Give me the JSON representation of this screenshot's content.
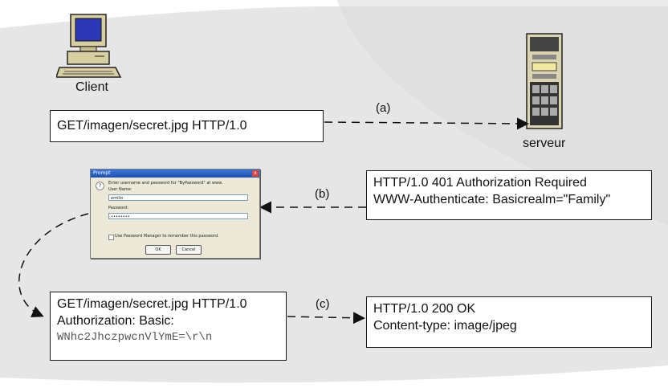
{
  "client": {
    "label": "Client"
  },
  "server": {
    "label": "serveur"
  },
  "steps": {
    "a": "(a)",
    "b": "(b)",
    "c": "(c)"
  },
  "request_a": {
    "line1": "GET/imagen/secret.jpg HTTP/1.0"
  },
  "response_b": {
    "line1": "HTTP/1.0 401 Authorization Required",
    "line2": "WWW-Authenticate: Basicrealm=\"Family\""
  },
  "request_c": {
    "line1": "GET/imagen/secret.jpg HTTP/1.0",
    "line2": "Authorization: Basic:",
    "line3": "WNhc2JhczpwcnVlYmE=\\r\\n"
  },
  "response_c": {
    "line1": "HTTP/1.0 200 OK",
    "line2": "Content-type: image/jpeg"
  },
  "prompt_dialog": {
    "title": "Prompt",
    "close": "x",
    "message": "Enter username and password for \"ByPassword\" at www.",
    "username_label": "User Name:",
    "username_value": "emilio",
    "password_label": "Password:",
    "password_value": "••••••••",
    "remember_label": "Use Password Manager to remember this password.",
    "ok_label": "OK",
    "cancel_label": "Cancel"
  },
  "colors": {
    "background_band": "#e6e6e6",
    "box_border": "#1a1a1a",
    "dialog_title": "#2a5fc8"
  }
}
